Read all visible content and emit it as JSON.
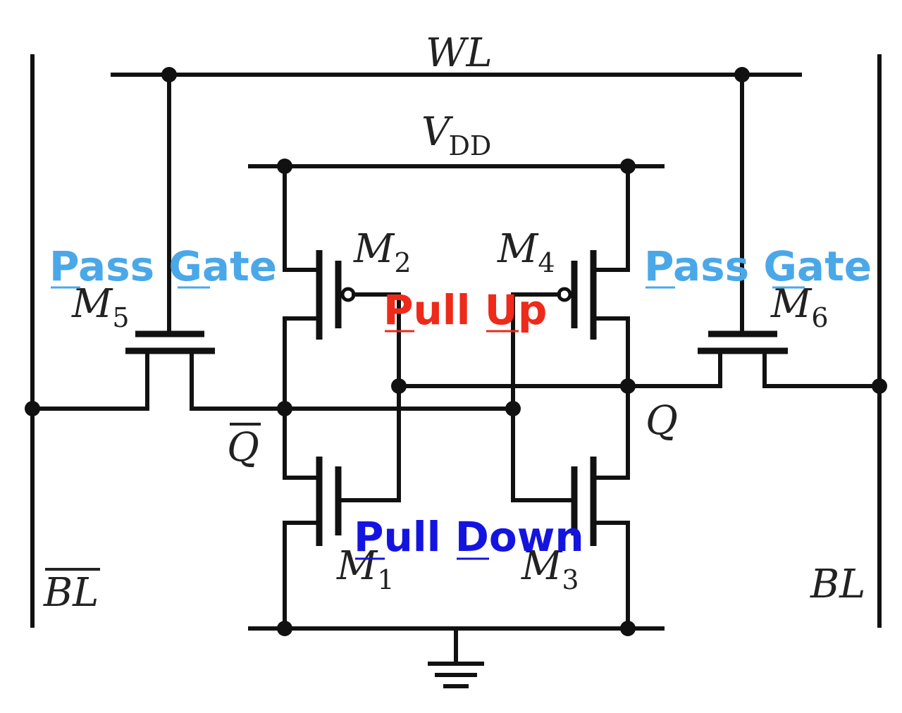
{
  "title": "",
  "colors": {
    "pass_gate": "#4aa8e8",
    "pull_up": "#ee2a1a",
    "pull_down": "#1414e0",
    "wire": "#111111"
  },
  "signals": {
    "word_line": "WL",
    "supply": {
      "main": "V",
      "sub": "DD"
    },
    "bit_line": "BL",
    "bit_line_bar": "BL",
    "q": "Q",
    "q_bar": "Q"
  },
  "transistors": {
    "m1": {
      "main": "M",
      "sub": "1"
    },
    "m2": {
      "main": "M",
      "sub": "2"
    },
    "m3": {
      "main": "M",
      "sub": "3"
    },
    "m4": {
      "main": "M",
      "sub": "4"
    },
    "m5": {
      "main": "M",
      "sub": "5"
    },
    "m6": {
      "main": "M",
      "sub": "6"
    }
  },
  "roles": {
    "pass_gate_left": "Pass Gate",
    "pass_gate_right": "Pass Gate",
    "pull_up": "Pull Up",
    "pull_down": "Pull Down"
  }
}
